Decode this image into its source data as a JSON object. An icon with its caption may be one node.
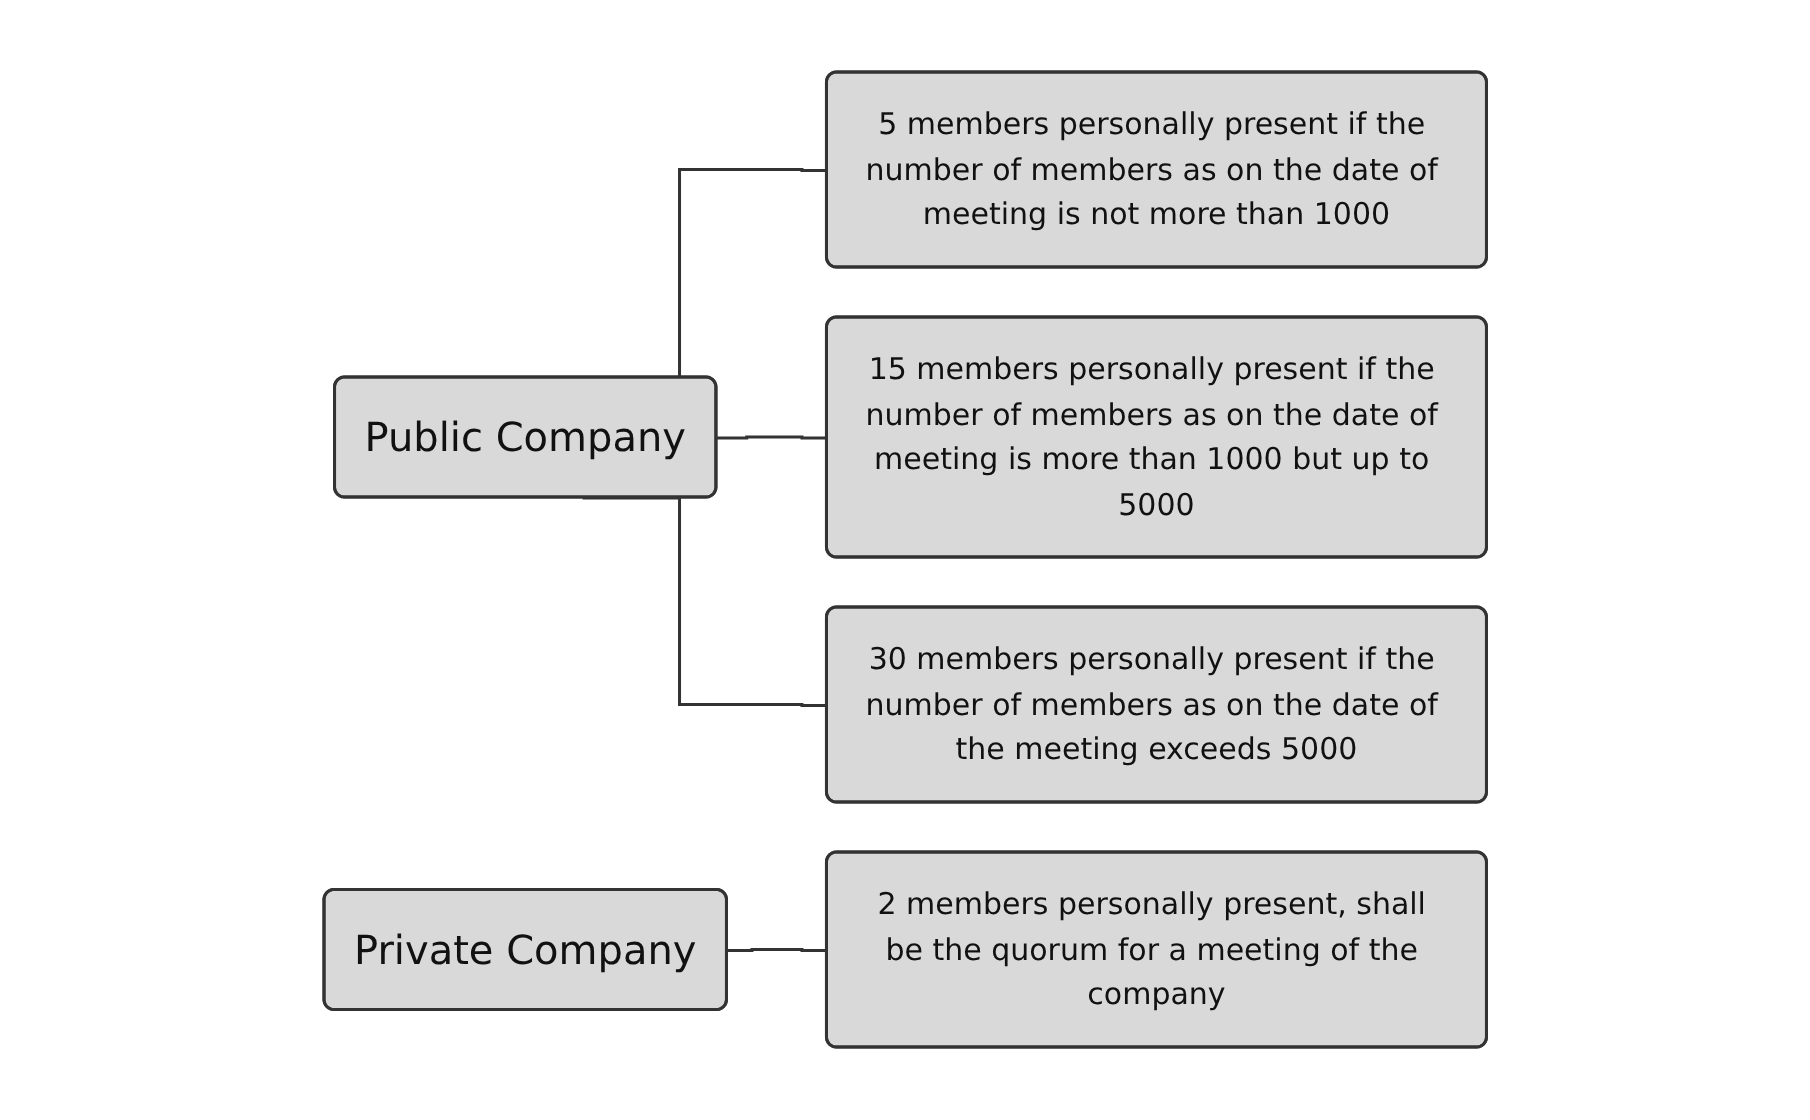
{
  "diagram": {
    "nodes": [
      {
        "text": [
          "Public Company"
        ]
      },
      {
        "text": [
          "5 members personally present if the number of members as on the date of meeting is not more than 1000"
        ]
      },
      {
        "text": [
          "15 members personally present if the number of members as on the date of meeting is more than 1000 but up to 5000"
        ]
      },
      {
        "text": [
          "30 members personally present if the number of members as on the date of the meeting exceeds 5000"
        ]
      },
      {
        "text": [
          "Private Company"
        ]
      },
      {
        "text": [
          "2 members personally present, shall be the quorum for a meeting of the company"
        ]
      }
    ],
    "edges": [
      {
        "from": 0,
        "to": 1,
        "arrow": "none"
      },
      {
        "from": 0,
        "to": 2,
        "arrow": "none"
      },
      {
        "from": 0,
        "to": 3,
        "arrow": "none"
      },
      {
        "from": 4,
        "to": 5,
        "arrow": "none"
      }
    ]
  }
}
